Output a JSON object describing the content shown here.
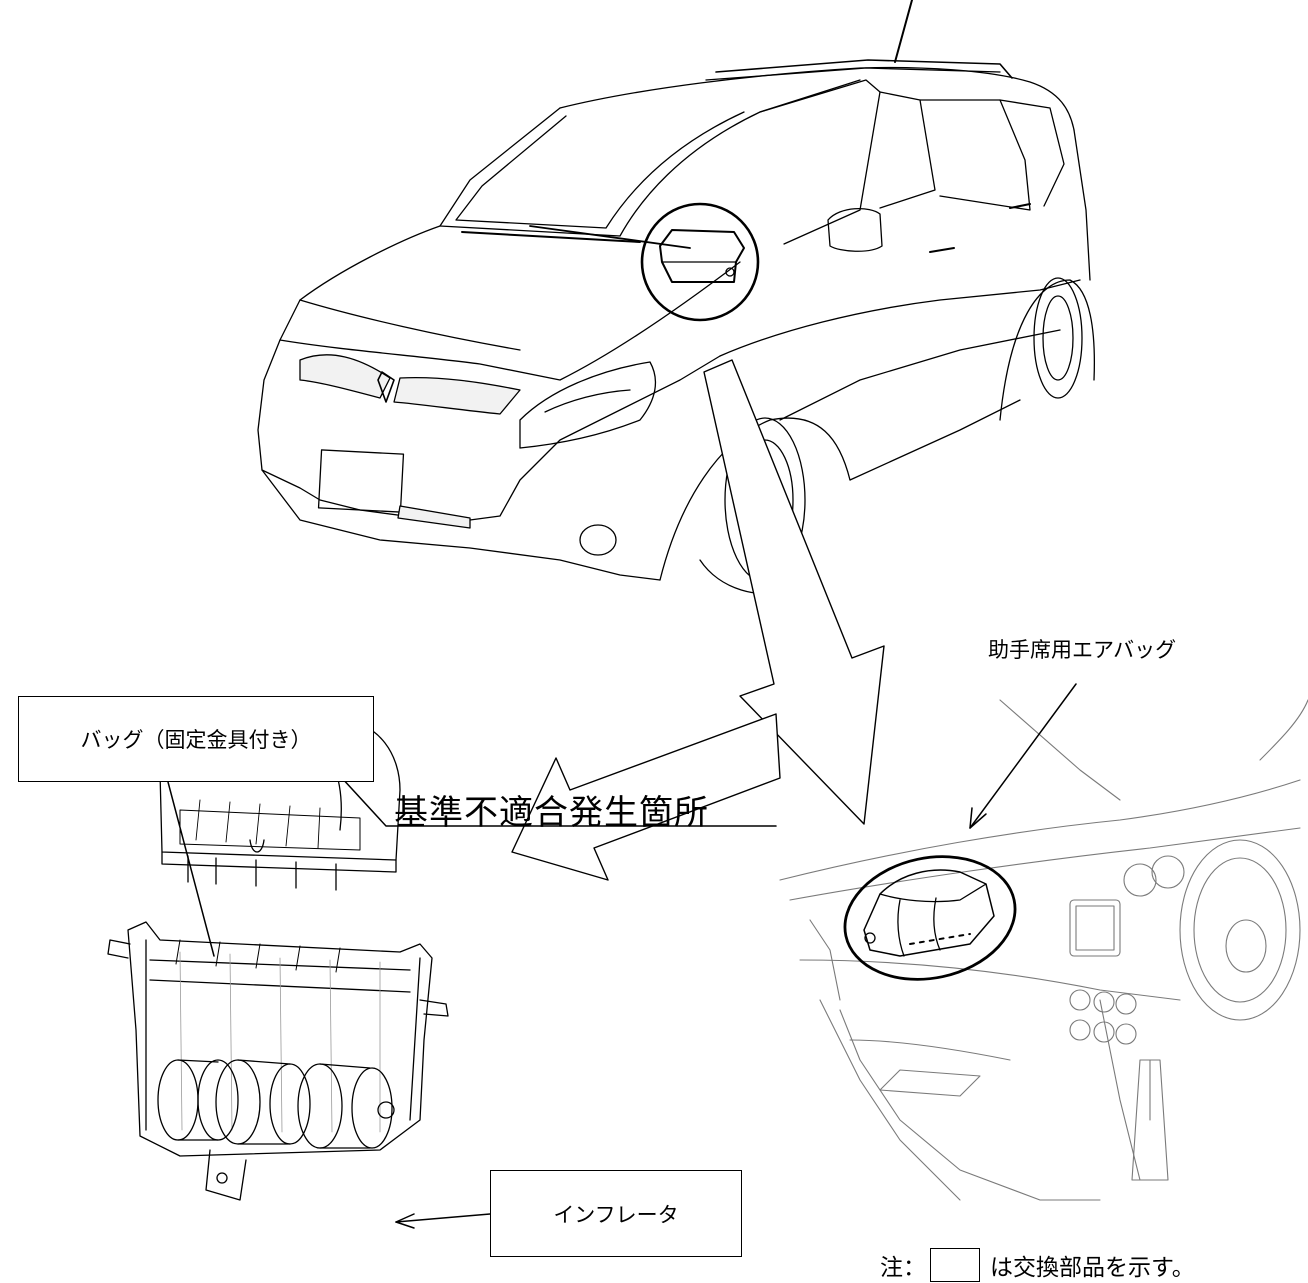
{
  "labels": {
    "passenger_airbag": "助手席用エアバッグ",
    "bag_with_bracket": "バッグ（固定金具付き）",
    "defect_location": "基準不適合発生箇所",
    "inflator": "インフレータ"
  },
  "note": {
    "prefix": "注：",
    "suffix": "は交換部品を示す。"
  }
}
